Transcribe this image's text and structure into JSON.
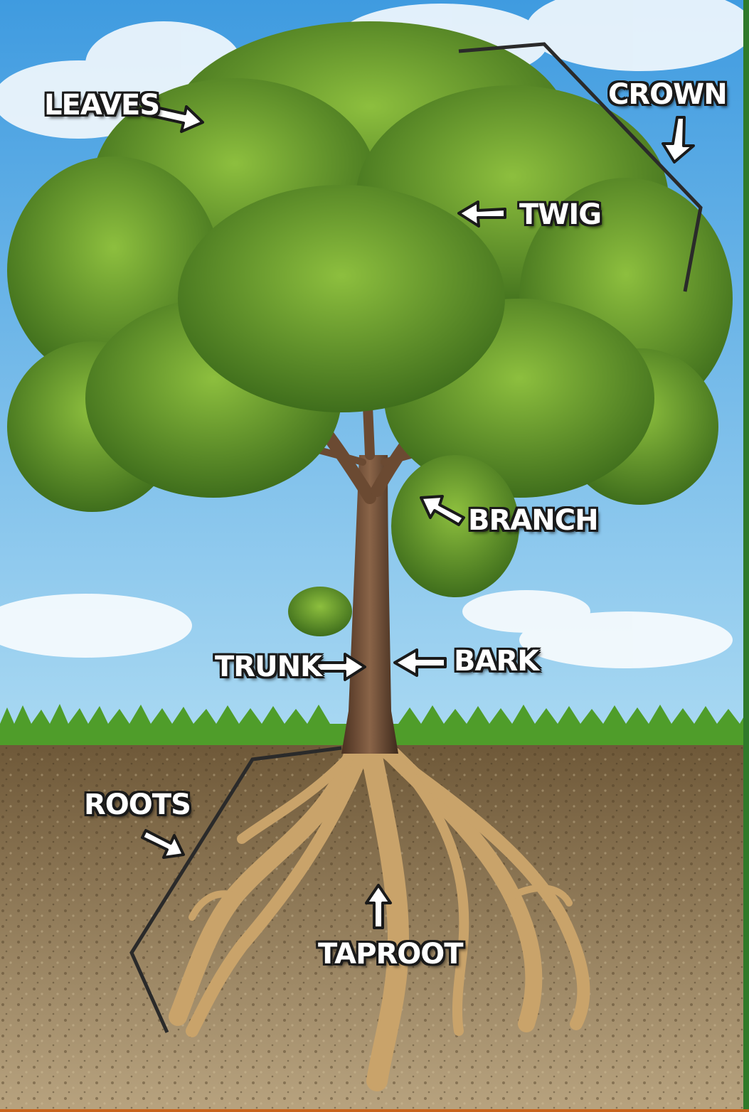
{
  "labels": {
    "leaves": "LEAVES",
    "crown": "CROWN",
    "twig": "TWIG",
    "branch": "BRANCH",
    "trunk": "TRUNK",
    "bark": "BARK",
    "roots": "ROOTS",
    "taproot": "TAPROOT"
  },
  "colors": {
    "sky": "#5fb6e6",
    "foliage": "#5f8f2a",
    "soil": "#8b7350",
    "trunk": "#6b4a32",
    "root": "#c9a36a",
    "grass": "#4f9d2a",
    "label_text": "#ffffff",
    "label_outline": "#1a1a1a"
  }
}
